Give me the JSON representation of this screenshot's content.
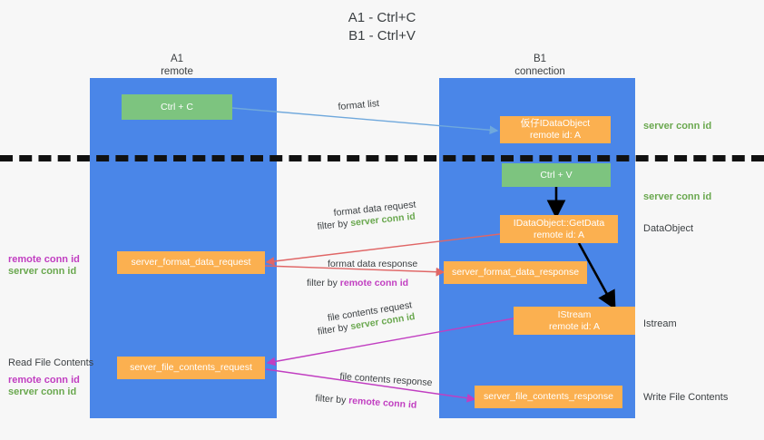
{
  "title": "A1 - Ctrl+C\nB1 - Ctrl+V",
  "lanes": [
    {
      "name": "A1",
      "sub": "remote",
      "header": "A1\nremote"
    },
    {
      "name": "B1",
      "sub": "connection",
      "header": "B1\nconnection"
    }
  ],
  "nodes": {
    "ctrl_c": "Ctrl + C",
    "clip_dataobject": "仮仔IDataObject\nremote id: A",
    "ctrl_v": "Ctrl + V",
    "getdata": "IDataObject::GetData\nremote id: A",
    "istream": "IStream\nremote id: A",
    "server_format_data_request": "server_format_data_request",
    "server_format_data_response": "server_format_data_response",
    "server_file_contents_request": "server_file_contents_request",
    "server_file_contents_response": "server_file_contents_response"
  },
  "annotations": {
    "format_list": "format list",
    "format_data_request": "format data request",
    "format_data_request_filter_prefix": "filter by ",
    "format_data_request_filter_value": "server conn id",
    "format_data_response": "format data response",
    "format_data_response_filter_prefix": "filter by ",
    "format_data_response_filter_value": "remote conn id",
    "file_contents_request": "file contents request",
    "file_contents_request_filter_prefix": "filter by ",
    "file_contents_request_filter_value": "server conn id",
    "file_contents_response": "file contents response",
    "file_contents_response_filter_prefix": "filter by ",
    "file_contents_response_filter_value": "remote conn id"
  },
  "side_labels": {
    "right_server_conn_id_top": "server conn id",
    "right_server_conn_id_mid": "server conn id",
    "right_dataobject": "DataObject",
    "right_istream": "Istream",
    "right_write_file_contents": "Write File Contents",
    "left_remote_conn_id_1": "remote conn id",
    "left_server_conn_id_1": "server conn id",
    "left_read_file_contents": "Read File Contents",
    "left_remote_conn_id_2": "remote conn id",
    "left_server_conn_id_2": "server conn id"
  },
  "colors": {
    "lane": "#4a86e8",
    "green_node": "#7dc47f",
    "orange_node": "#fbb050",
    "green_text": "#6aa84f",
    "magenta_text": "#c13ec1",
    "arrow_blue": "#6fa8dc",
    "arrow_red": "#e06666",
    "arrow_magenta": "#c13ec1",
    "arrow_black": "#000000",
    "background": "#f7f7f7"
  }
}
